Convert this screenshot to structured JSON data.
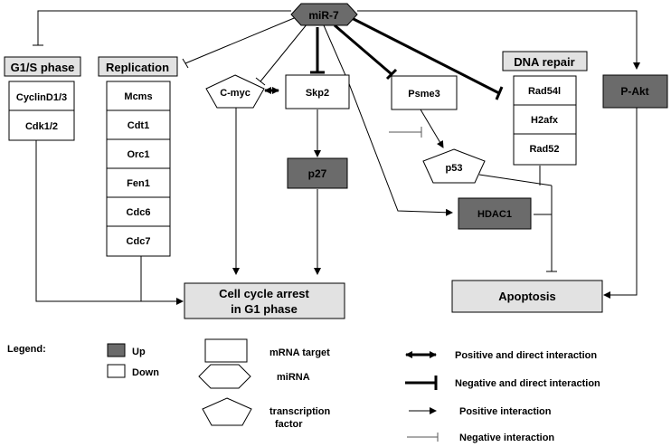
{
  "nodes": {
    "mir7": "miR-7",
    "g1s_header": "G1/S phase",
    "g1s_items": [
      "CyclinD1/3",
      "Cdk1/2"
    ],
    "replication_header": "Replication",
    "replication_items": [
      "Mcms",
      "Cdt1",
      "Orc1",
      "Fen1",
      "Cdc6",
      "Cdc7"
    ],
    "cmyc": "C-myc",
    "skp2": "Skp2",
    "p27": "p27",
    "psme3": "Psme3",
    "p53": "p53",
    "hdac1": "HDAC1",
    "dna_repair_header": "DNA repair",
    "dna_repair_items": [
      "Rad54l",
      "H2afx",
      "Rad52"
    ],
    "pakt": "P-Akt",
    "cell_cycle_arrest": [
      "Cell cycle arrest",
      "in G1 phase"
    ],
    "apoptosis": "Apoptosis"
  },
  "legend": {
    "title": "Legend:",
    "up": "Up",
    "down": "Down",
    "mrna_target": "mRNA target",
    "mirna": "miRNA",
    "transcription_factor": [
      "transcription",
      "factor"
    ],
    "positive_direct": "Positive and direct interaction",
    "negative_direct": "Negative and direct interaction",
    "positive": "Positive interaction",
    "negative": "Negative interaction"
  },
  "colors": {
    "up": "#6b6b6b",
    "down": "#ffffff",
    "header": "#e2e2e2",
    "mirna": "#6b6b6b"
  }
}
